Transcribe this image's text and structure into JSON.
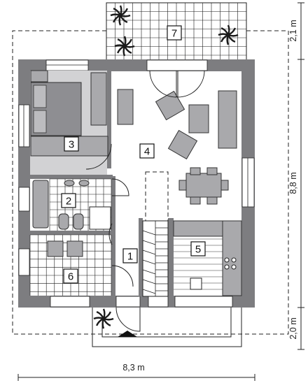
{
  "plan": {
    "rooms": [
      {
        "id": "1",
        "name": "room-1-hall"
      },
      {
        "id": "2",
        "name": "room-2-bathroom"
      },
      {
        "id": "3",
        "name": "room-3-bedroom"
      },
      {
        "id": "4",
        "name": "room-4-living"
      },
      {
        "id": "5",
        "name": "room-5-kitchen"
      },
      {
        "id": "6",
        "name": "room-6-utility"
      },
      {
        "id": "7",
        "name": "room-7-terrace"
      }
    ],
    "dimensions": {
      "width": "8,3 m",
      "depth": "8,8 m",
      "terrace_depth": "2,1 m",
      "entrance_depth": "2,0 m"
    },
    "colors": {
      "wall": "#7d7d80",
      "furniture": "#a9a9ac",
      "floor": "#ffffff"
    }
  }
}
